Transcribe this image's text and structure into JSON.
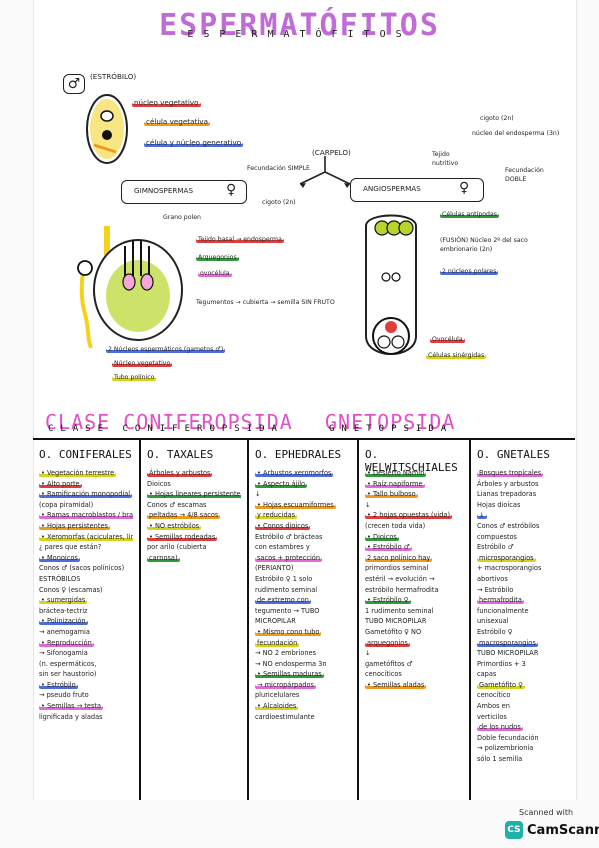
{
  "header": {
    "title": "ESPERMATÓFITOS",
    "subtitle": "ESPERMATÓFITOS"
  },
  "top": {
    "male_symbol": "♂",
    "strobilus_label": "(ESTRÓBILO)",
    "left_notes": [
      "núcleo vegetativo",
      "célula vegetativa",
      "célula y núcleo generativo"
    ],
    "carpel_label": "(CARPELO)",
    "simple_fecundation": "Fecundación SIMPLE",
    "zygote_2n": "cigoto (2n)",
    "gymnosperms_label": "GIMNOSPERMAS",
    "angiosperms_label": "ANGIOSPERMAS",
    "female_symbol": "♀",
    "pollen_grain": "Grano polen",
    "gym_notes": [
      "Tejido basal → endosperma",
      "Arquegonios",
      "ovocélula",
      "Tegumentos → cubierta → semilla SIN FRUTO"
    ],
    "gym_bottom": [
      "2 Núcleos espermáticos (gametos ♂)",
      "Núcleo vegetativo",
      "Tubo polínico"
    ],
    "angio_top_right": [
      "cigoto (2n)",
      "núcleo del endosperma (3n)",
      "Tejido nutritivo",
      "Fecundación DOBLE"
    ],
    "angio_notes": [
      "Células antípodas",
      "(FUSIÓN) Núcleo 2º del saco embrionario (2n)",
      "2 núcleos polares",
      "Ovocélula",
      "Células sinérgidas"
    ]
  },
  "sections": {
    "left_title": "CLASE CONIFEROPSIDA",
    "left_sub": "CLASE CONIFEROPSIDA",
    "right_title": "GNETOPSIDA",
    "right_sub": "GNETOPSIDA"
  },
  "table": {
    "columns": [
      {
        "header": "O. CONIFERALES",
        "items": [
          "• Vegetación terrestre",
          "• Alto porte",
          "• Ramificación monopodial",
          "(copa piramidal)",
          "• Ramas macroblastos / braquiblastos",
          "• Hojas persistentes",
          "• Xeromorfas (aciculares, lineares, laminares)",
          "¿ pares que están?",
          "• Monoicos",
          "Conos ♂ (sacos polínicos)",
          "ESTRÓBILOS",
          "Conos ♀ (escamas)",
          "• sumergidas",
          "bráctea-tectriz",
          "• Polinización",
          "→ anemogamia",
          "• Reproducción",
          "→ Sifonogamia",
          "(n. espermáticos,",
          "sin ser haustorio)",
          "• Estróbilo",
          "→ pseudo fruto",
          "• Semillas → testa",
          "lignificada y aladas"
        ]
      },
      {
        "header": "O. TAXALES",
        "items": [
          "Árboles y arbustos",
          "Dioicos",
          "• Hojas lineares persistentes",
          "Conos ♂ escamas",
          "peltadas → 4/8 sacos",
          "• NO estróbilos",
          "• Semillas rodeadas",
          "por arilo (cubierta",
          "carnosa)"
        ]
      },
      {
        "header": "O. EPHEDRALES",
        "items": [
          "• Arbustos xeromorfos",
          "• Aspecto ájilo",
          "↓",
          "• Hojas escuamiformes",
          "y reducidas",
          "• Conos dioicos",
          "Estróbilo ♂ brácteas",
          "con estambres y",
          "sacos + protección",
          "(PERIANTO)",
          "Estróbilo ♀ 1 solo",
          "rudimento seminal",
          "de extremo con",
          "tegumento → TUBO",
          "MICROPILAR",
          "• Mismo cono tubo",
          "fecundación",
          "→ NO 2 embriones",
          "→ NO endosperma 3n",
          "• Semillas maduras",
          "→ micropárpados",
          "pluricelulares",
          "• Alcaloides",
          "cardioestimulante"
        ]
      },
      {
        "header": "O. WELWITSCHIALES",
        "items": [
          "• Desierto Namib",
          "• Raíz napiforme",
          "• Tallo bulboso",
          "↓",
          "• 2 hojas opuestas (vida)",
          "(crecen toda vida)",
          "• Dioicos",
          "• Estróbilo ♂",
          "2 saco polínico hay",
          "primordios seminal",
          "estéril → evolución →",
          "estróbilo hermafrodita",
          "• Estróbilo ♀",
          "1 rudimento seminal",
          "TUBO MICROPILAR",
          "Gametófito ♀ NO",
          "arquegonios",
          "↓",
          "gametófitos ♂",
          "cenocíticos",
          "• Semillas aladas"
        ]
      },
      {
        "header": "O. GNETALES",
        "items": [
          "Bosques tropicales",
          "Árboles y arbustos",
          "Lianas trepadoras",
          "Hojas dioicas",
          "↓",
          "Conos ♂ estróbilos",
          "compuestos",
          "Estróbilo ♂",
          "microsporangios",
          "+ macrosporangios",
          "abortivos",
          "→ Estróbilo",
          "hermafrodita",
          "funcionalmente",
          "unisexual",
          "Estróbilo ♀",
          "macrosporangios",
          "TUBO MICROPILAR",
          "Primordios + 3",
          "capas",
          "Gametófito ♀",
          "cenocítico",
          "Ambos en",
          "verticilos",
          "de los nudos",
          "Doble fecundación",
          "→ polizembrionía",
          "sólo 1 semilla"
        ]
      }
    ]
  },
  "watermark": {
    "line1": "Scanned with",
    "brand": "CamScanner",
    "logo": "CS"
  }
}
